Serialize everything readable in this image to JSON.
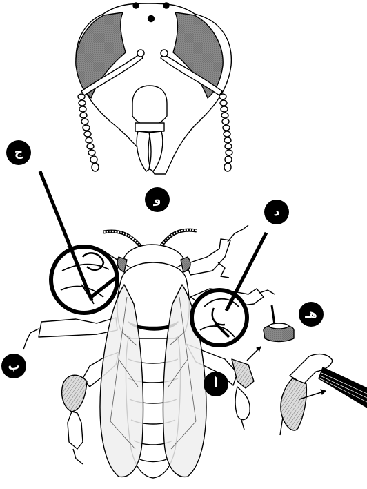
{
  "labels": {
    "a": "أ",
    "b": "ب",
    "j": "ج",
    "d": "د",
    "h": "هـ",
    "w": "و"
  },
  "colors": {
    "ink": "#000000",
    "eye_fill": "#7a7a7a",
    "wing_fill": "#eeeeee",
    "leg_fill": "#f4f4f4",
    "background": "#ffffff"
  }
}
